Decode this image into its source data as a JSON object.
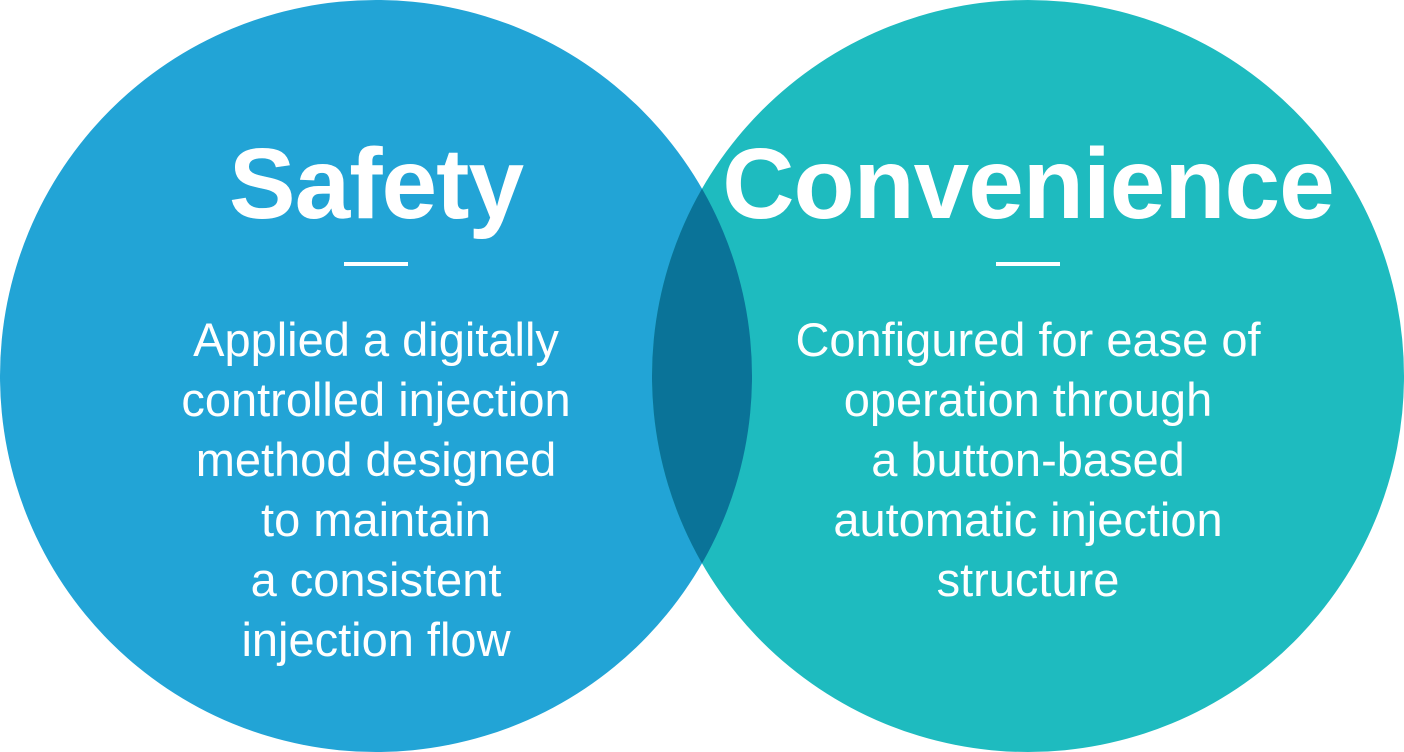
{
  "colors": {
    "left_circle": "#22A4D6",
    "right_circle": "#1EBBBF",
    "overlap": "#0A7398",
    "text": "#FFFFFF"
  },
  "left": {
    "title": "Safety",
    "body": "Applied a digitally\ncontrolled injection\nmethod  designed\nto maintain\na consistent\ninjection flow"
  },
  "right": {
    "title": "Convenience",
    "body": "Configured for ease of\noperation through\n a button-based\nautomatic injection\nstructure"
  }
}
